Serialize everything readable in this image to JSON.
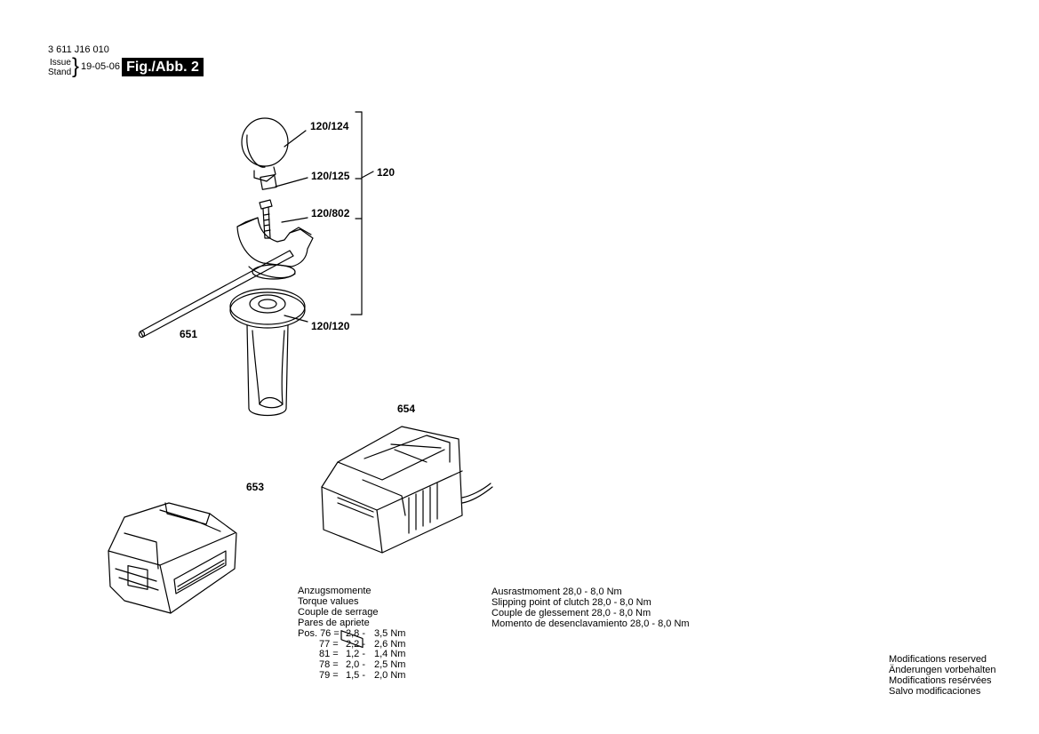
{
  "header": {
    "doc_number": "3 611 J16 010",
    "issue_label_1": "Issue",
    "issue_label_2": "Stand",
    "issue_date": "19-05-06",
    "figure_label": "Fig./Abb. 2"
  },
  "parts": {
    "p120_124": "120/124",
    "p120_125": "120/125",
    "p120": "120",
    "p120_802": "120/802",
    "p651": "651",
    "p120_120": "120/120",
    "p654": "654",
    "p653": "653"
  },
  "torque": {
    "lines": [
      "Anzugsmomente",
      "Torque values",
      "Couple de serrage",
      "Pares de apriete"
    ],
    "rows": [
      {
        "pos": "Pos. 76 =",
        "min": "2,8 -",
        "max": "3,5 Nm"
      },
      {
        "pos": "77 =",
        "min": "2,2 -",
        "max": "2,6 Nm"
      },
      {
        "pos": "81 =",
        "min": "1,2 -",
        "max": "1,4 Nm"
      },
      {
        "pos": "78 =",
        "min": "2,0 -",
        "max": "2,5 Nm"
      },
      {
        "pos": "79 =",
        "min": "1,5 -",
        "max": "2,0 Nm"
      }
    ]
  },
  "clutch": {
    "lines": [
      "Ausrastmoment  28,0 - 8,0 Nm",
      "Slipping point of clutch  28,0 - 8,0 Nm",
      "Couple de glessement  28,0 - 8,0 Nm",
      "Momento de desenclavamiento  28,0 - 8,0 Nm"
    ]
  },
  "modifications": {
    "lines": [
      "Modifications reserved",
      "Änderungen vorbehalten",
      "Modifications resérvées",
      "Salvo modificaciones"
    ]
  }
}
